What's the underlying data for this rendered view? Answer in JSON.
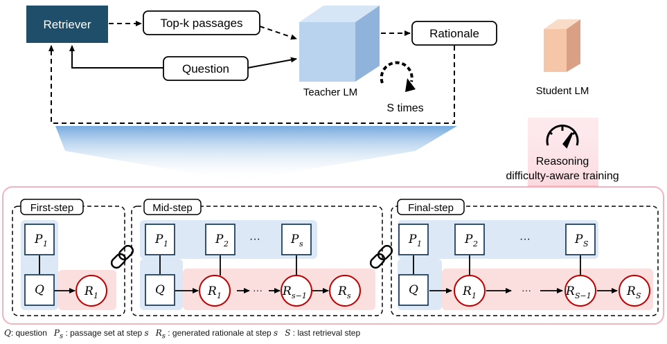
{
  "top": {
    "retriever": "Retriever",
    "topk": "Top-k passages",
    "question": "Question",
    "rationale": "Rationale",
    "teacher": "Teacher LM",
    "stimes": "S times",
    "student": "Student LM",
    "reasoning_line1": "Reasoning",
    "reasoning_line2": "difficulty-aware training"
  },
  "panels": {
    "first": "First-step",
    "mid": "Mid-step",
    "final": "Final-step"
  },
  "nodes": {
    "p1": "P",
    "p1_sub": "1",
    "p2": "P",
    "p2_sub": "2",
    "ps": "P",
    "ps_sub": "s",
    "pS": "P",
    "pS_sub": "S",
    "q": "Q",
    "r1": "R",
    "r1_sub": "1",
    "rs1": "R",
    "rs1_sub": "s−1",
    "rs": "R",
    "rs_sub": "s",
    "rS1": "R",
    "rS1_sub": "S−1",
    "rS": "R",
    "rS_sub": "S",
    "dots": "···"
  },
  "legend": {
    "q_sym": "Q",
    "q_text": ": question",
    "p_sym": "P",
    "p_sub": "s",
    "p_text": " : passage set at step ",
    "p_step": "s",
    "r_sym": "R",
    "r_sub": "s",
    "r_text": " : generated rationale at step ",
    "r_step": "s",
    "s_sym": "S",
    "s_text": " : last retrieval step"
  },
  "colors": {
    "retriever_fill": "#1f4e6b",
    "blue_shade": "#dce8f5",
    "pink_shade": "#fbdede",
    "red_node": "#c00000",
    "cube_front": "#b9d3ee",
    "cube_top": "#d6e6f7",
    "cube_side": "#8fb3db",
    "student_front": "#f5c6a8",
    "student_top": "#f9dcc8",
    "student_side": "#d9a085"
  }
}
